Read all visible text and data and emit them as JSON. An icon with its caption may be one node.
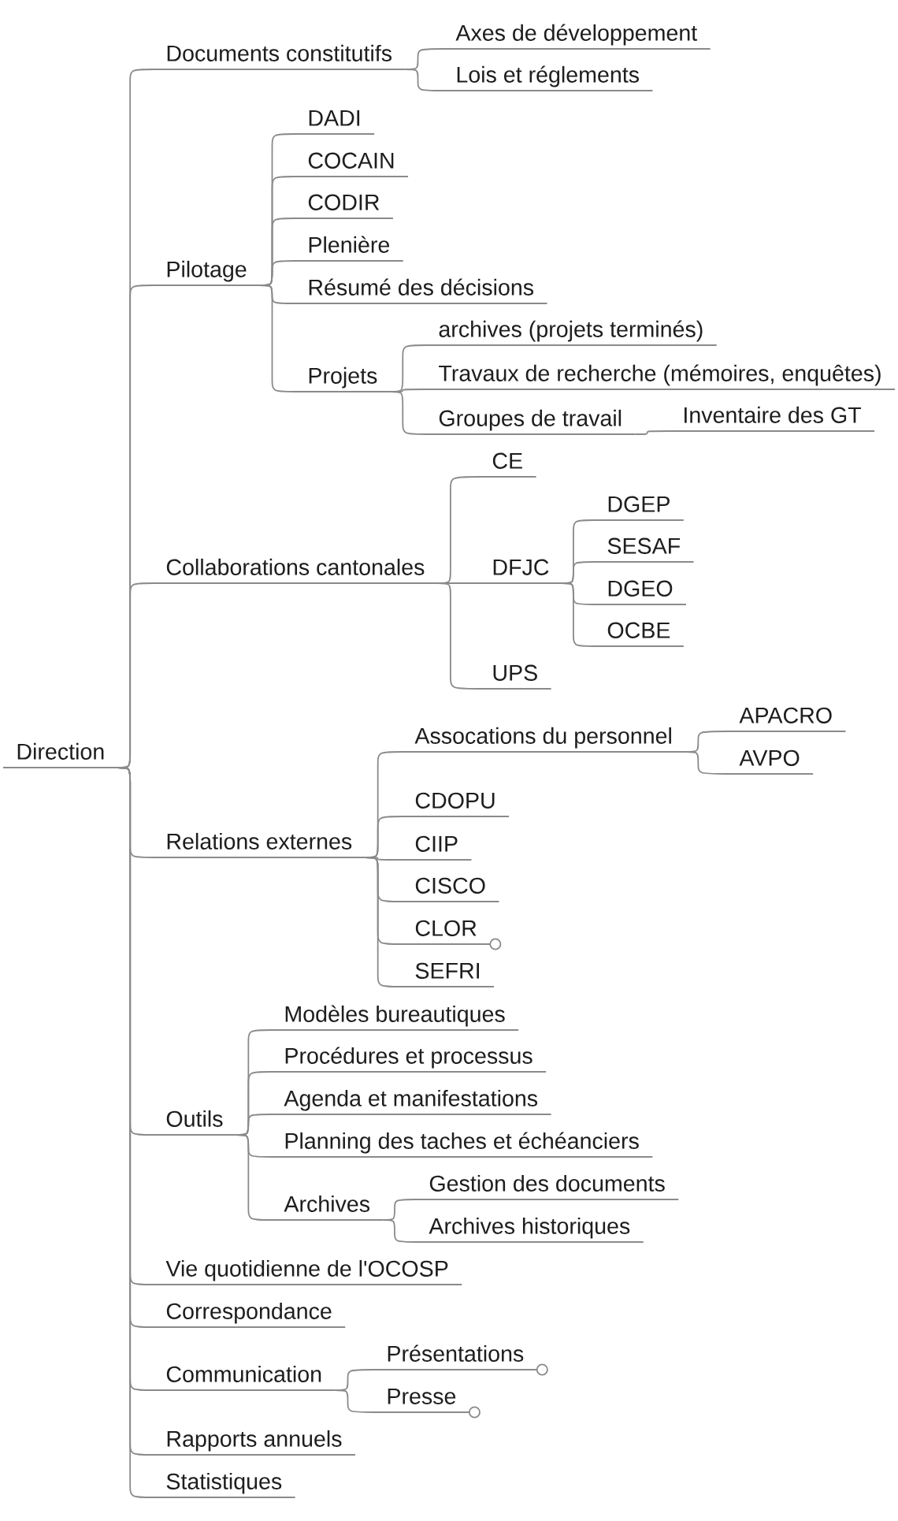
{
  "diagram": {
    "nodes": [
      {
        "text": [
          "Direction"
        ]
      },
      {
        "text": [
          "Documents constitutifs"
        ]
      },
      {
        "text": [
          "Axes de développement"
        ]
      },
      {
        "text": [
          "Lois et réglements"
        ]
      },
      {
        "text": [
          "Pilotage"
        ]
      },
      {
        "text": [
          "DADI"
        ]
      },
      {
        "text": [
          "COCAIN"
        ]
      },
      {
        "text": [
          "CODIR"
        ]
      },
      {
        "text": [
          "Plenière"
        ]
      },
      {
        "text": [
          "Résumé des décisions"
        ]
      },
      {
        "text": [
          "Projets"
        ]
      },
      {
        "text": [
          "archives (projets terminés)"
        ]
      },
      {
        "text": [
          "Travaux de recherche (mémoires, enquêtes)"
        ]
      },
      {
        "text": [
          "Groupes de travail"
        ]
      },
      {
        "text": [
          "Inventaire des GT"
        ]
      },
      {
        "text": [
          "Collaborations cantonales"
        ]
      },
      {
        "text": [
          "CE"
        ]
      },
      {
        "text": [
          "DFJC"
        ]
      },
      {
        "text": [
          "DGEP"
        ]
      },
      {
        "text": [
          "SESAF"
        ]
      },
      {
        "text": [
          "DGEO"
        ]
      },
      {
        "text": [
          "OCBE"
        ]
      },
      {
        "text": [
          "UPS"
        ]
      },
      {
        "text": [
          "Relations externes"
        ]
      },
      {
        "text": [
          "Assocations du personnel"
        ]
      },
      {
        "text": [
          "APACRO"
        ]
      },
      {
        "text": [
          "AVPO"
        ]
      },
      {
        "text": [
          "CDOPU"
        ]
      },
      {
        "text": [
          "CIIP"
        ]
      },
      {
        "text": [
          "CISCO"
        ]
      },
      {
        "text": [
          "CLOR"
        ]
      },
      {
        "text": [
          "SEFRI"
        ]
      },
      {
        "text": [
          "Outils"
        ]
      },
      {
        "text": [
          "Modèles bureautiques"
        ]
      },
      {
        "text": [
          "Procédures et processus"
        ]
      },
      {
        "text": [
          "Agenda et manifestations"
        ]
      },
      {
        "text": [
          "Planning des taches et échéanciers"
        ]
      },
      {
        "text": [
          "Archives"
        ]
      },
      {
        "text": [
          "Gestion des documents"
        ]
      },
      {
        "text": [
          "Archives historiques"
        ]
      },
      {
        "text": [
          "Vie quotidienne de l'OCOSP"
        ]
      },
      {
        "text": [
          "Correspondance"
        ]
      },
      {
        "text": [
          "Communication"
        ]
      },
      {
        "text": [
          "Présentations"
        ]
      },
      {
        "text": [
          "Presse"
        ]
      },
      {
        "text": [
          "Rapports annuels"
        ]
      },
      {
        "text": [
          "Statistiques"
        ]
      }
    ],
    "edges": [
      {
        "from": 0,
        "to": 1,
        "arrow": "none"
      },
      {
        "from": 1,
        "to": 2,
        "arrow": "none"
      },
      {
        "from": 1,
        "to": 3,
        "arrow": "none"
      },
      {
        "from": 0,
        "to": 4,
        "arrow": "none"
      },
      {
        "from": 4,
        "to": 5,
        "arrow": "none"
      },
      {
        "from": 4,
        "to": 6,
        "arrow": "none"
      },
      {
        "from": 4,
        "to": 7,
        "arrow": "none"
      },
      {
        "from": 4,
        "to": 8,
        "arrow": "none"
      },
      {
        "from": 4,
        "to": 9,
        "arrow": "none"
      },
      {
        "from": 4,
        "to": 10,
        "arrow": "none"
      },
      {
        "from": 10,
        "to": 11,
        "arrow": "none"
      },
      {
        "from": 10,
        "to": 12,
        "arrow": "none"
      },
      {
        "from": 10,
        "to": 13,
        "arrow": "none"
      },
      {
        "from": 13,
        "to": 14,
        "arrow": "none"
      },
      {
        "from": 0,
        "to": 15,
        "arrow": "none"
      },
      {
        "from": 15,
        "to": 16,
        "arrow": "none"
      },
      {
        "from": 15,
        "to": 17,
        "arrow": "none"
      },
      {
        "from": 17,
        "to": 18,
        "arrow": "none"
      },
      {
        "from": 17,
        "to": 19,
        "arrow": "none"
      },
      {
        "from": 17,
        "to": 20,
        "arrow": "none"
      },
      {
        "from": 17,
        "to": 21,
        "arrow": "none"
      },
      {
        "from": 15,
        "to": 22,
        "arrow": "none"
      },
      {
        "from": 0,
        "to": 23,
        "arrow": "none"
      },
      {
        "from": 23,
        "to": 24,
        "arrow": "none"
      },
      {
        "from": 24,
        "to": 25,
        "arrow": "none"
      },
      {
        "from": 24,
        "to": 26,
        "arrow": "none"
      },
      {
        "from": 23,
        "to": 27,
        "arrow": "none"
      },
      {
        "from": 23,
        "to": 28,
        "arrow": "none"
      },
      {
        "from": 23,
        "to": 29,
        "arrow": "none"
      },
      {
        "from": 23,
        "to": 30,
        "arrow": "none"
      },
      {
        "from": 23,
        "to": 31,
        "arrow": "none"
      },
      {
        "from": 0,
        "to": 32,
        "arrow": "none"
      },
      {
        "from": 32,
        "to": 33,
        "arrow": "none"
      },
      {
        "from": 32,
        "to": 34,
        "arrow": "none"
      },
      {
        "from": 32,
        "to": 35,
        "arrow": "none"
      },
      {
        "from": 32,
        "to": 36,
        "arrow": "none"
      },
      {
        "from": 32,
        "to": 37,
        "arrow": "none"
      },
      {
        "from": 37,
        "to": 38,
        "arrow": "none"
      },
      {
        "from": 37,
        "to": 39,
        "arrow": "none"
      },
      {
        "from": 0,
        "to": 40,
        "arrow": "none"
      },
      {
        "from": 0,
        "to": 41,
        "arrow": "none"
      },
      {
        "from": 0,
        "to": 42,
        "arrow": "none"
      },
      {
        "from": 42,
        "to": 43,
        "arrow": "none"
      },
      {
        "from": 42,
        "to": 44,
        "arrow": "none"
      },
      {
        "from": 0,
        "to": 45,
        "arrow": "none"
      },
      {
        "from": 0,
        "to": 46,
        "arrow": "none"
      }
    ]
  }
}
